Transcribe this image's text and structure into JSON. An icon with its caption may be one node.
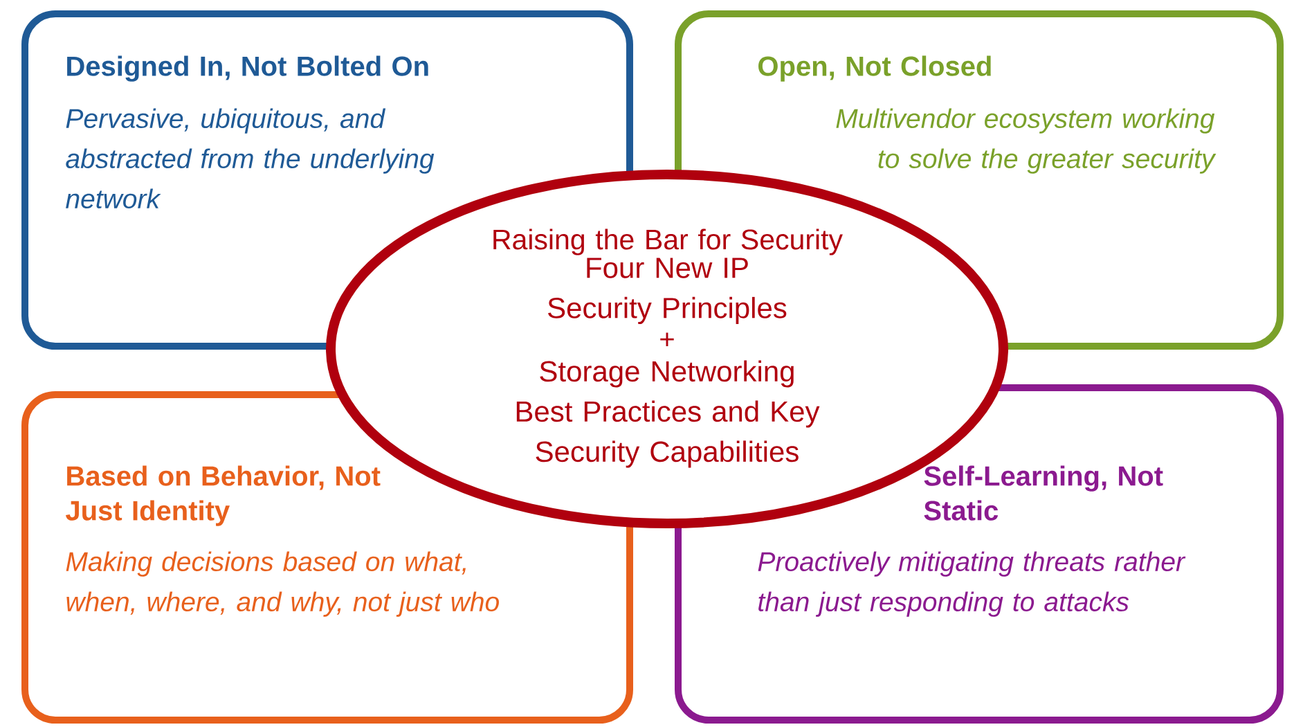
{
  "diagram": {
    "nodes": [
      {
        "text": [
          "Designed In, Not Bolted On",
          "Pervasive, ubiquitous, and abstracted from the underlying network"
        ]
      },
      {
        "text": [
          "Open, Not Closed",
          "Multivendor ecosystem working to solve the greater security"
        ]
      },
      {
        "text": [
          "Based on Behavior, Not Just Identity",
          "Making decisions based on what, when, where, and why, not just who"
        ]
      },
      {
        "text": [
          "Self-Learning, Not Static",
          "Proactively mitigating threats rather than just responding to attacks"
        ]
      },
      {
        "text": [
          "Raising the Bar for Security",
          "Four New IP Security Principles",
          "+",
          "Storage Networking Best Practices and Key Security Capabilities"
        ]
      }
    ],
    "edges": []
  }
}
